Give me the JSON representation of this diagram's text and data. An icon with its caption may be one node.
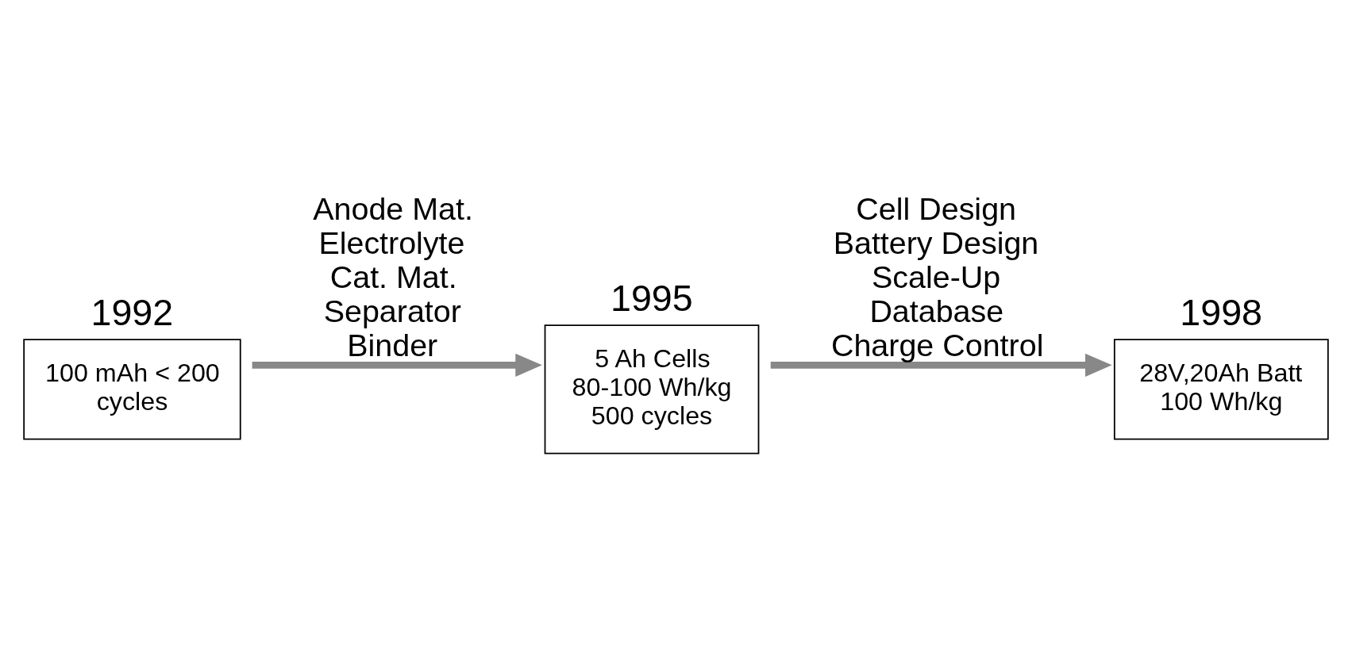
{
  "diagram": {
    "nodes": [
      {
        "text": [
          "1992",
          "100 mAh < 200 cycles"
        ]
      },
      {
        "text": [
          "1995",
          "5 Ah Cells 80-100 Wh/kg 500 cycles"
        ]
      },
      {
        "text": [
          "1998",
          "28V,20Ah Batt 100 Wh/kg"
        ]
      }
    ],
    "edges": [
      {
        "from": 0,
        "to": 1,
        "arrow": "to",
        "label": "Anode Mat. Electrolyte Cat. Mat. Separator Binder"
      },
      {
        "from": 1,
        "to": 2,
        "arrow": "to",
        "label": "Cell Design Battery Design Scale-Up Database Charge Control"
      }
    ]
  }
}
